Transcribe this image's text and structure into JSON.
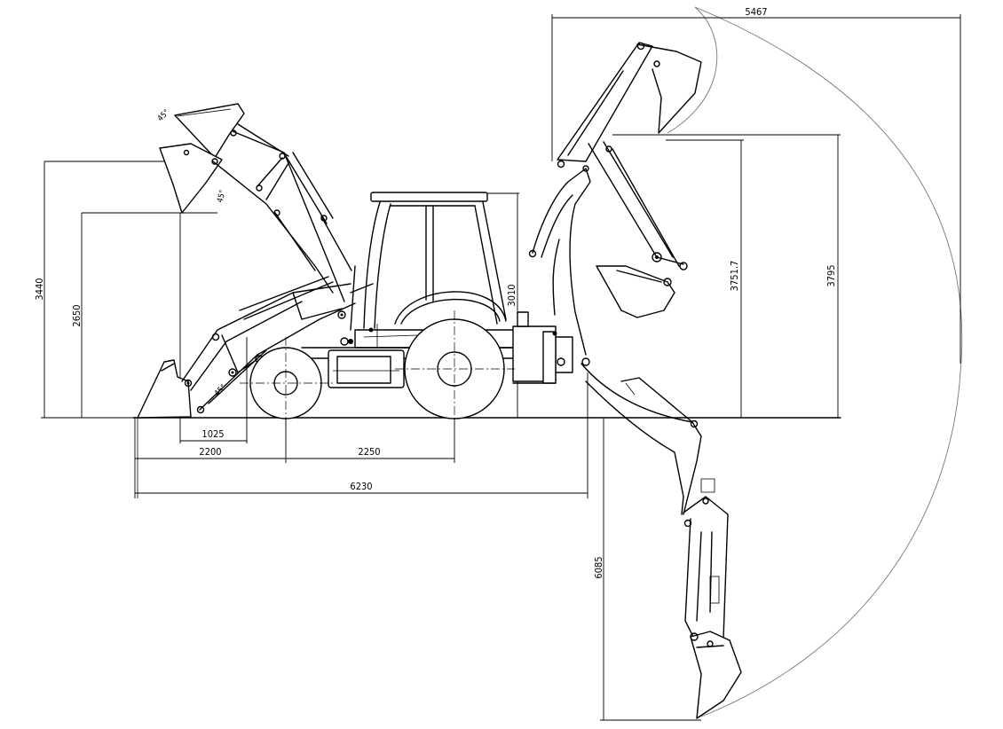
{
  "dimensions": {
    "top_reach": "5467",
    "loader_height_max": "3440",
    "loader_dump_height": "2650",
    "cab_height": "3010",
    "backhoe_load_height": "3751.7",
    "backhoe_dump_height": "3795",
    "dig_depth": "6085",
    "bucket_reach": "1025",
    "front_to_axle": "2200",
    "wheelbase": "2250",
    "overall_length": "6230"
  },
  "angles": {
    "rollback_angle": "45°",
    "dump_angle": "45°",
    "ground_angle": "45°"
  },
  "colors": {
    "line": "#000000",
    "arc": "#777777",
    "background": "#ffffff"
  }
}
